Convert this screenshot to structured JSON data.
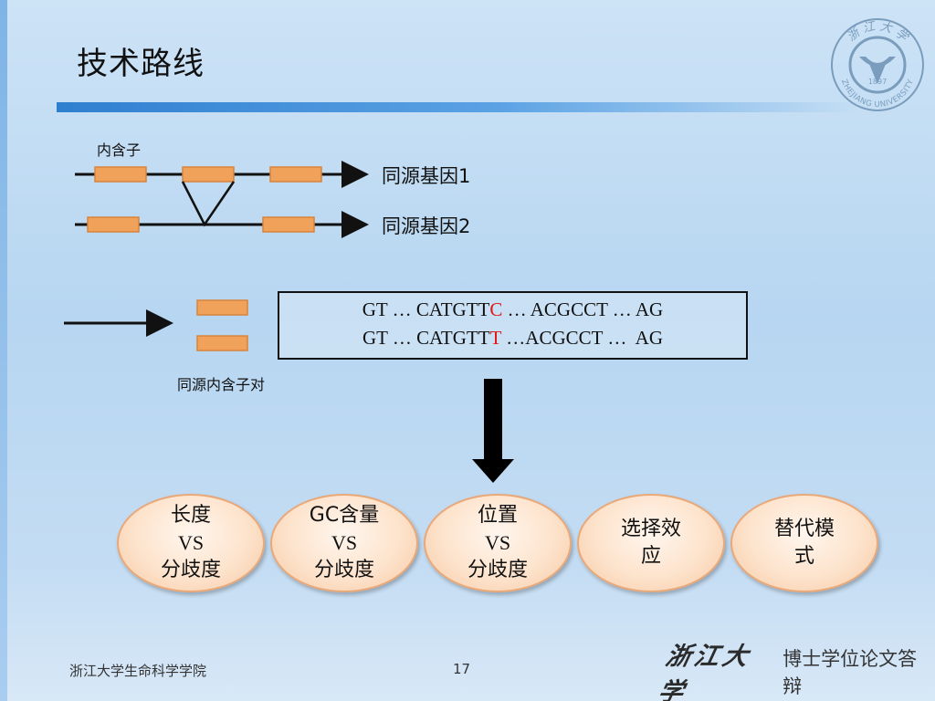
{
  "slide": {
    "title": "技术路线",
    "logo_text": [
      "浙 江 大 学",
      "1897",
      "ZHEJIANG UNIVERSITY"
    ],
    "colors": {
      "exon": "#f0a25a",
      "exon_border": "#d9833a",
      "title_bar": "#3a8ad8",
      "highlight": "#e01818"
    }
  },
  "diagram": {
    "intron_label": "内含子",
    "gene1_label": "同源基因1",
    "gene2_label": "同源基因2",
    "pair_label": "同源内含子对",
    "sequence_lines": [
      {
        "before": "GT … CATGTT",
        "highlight": "C",
        "after": " … ACGCCT … AG"
      },
      {
        "before": "GT … CATGTT",
        "highlight": "T",
        "after": " …ACGCCT …  AG"
      }
    ]
  },
  "analyses": [
    {
      "top": "长度",
      "vs": "VS",
      "bottom": "分歧度"
    },
    {
      "top": "GC含量",
      "vs": "VS",
      "bottom": "分歧度"
    },
    {
      "top": "位置",
      "vs": "VS",
      "bottom": "分歧度"
    },
    {
      "top": "选择效",
      "vs": "",
      "bottom": "应"
    },
    {
      "top": "替代模",
      "vs": "",
      "bottom": "式"
    }
  ],
  "footer": {
    "institution": "浙江大学生命科学学院",
    "page_number": "17",
    "university_calligraphy": "浙江大学",
    "thesis_label": "博士学位论文答辩"
  }
}
